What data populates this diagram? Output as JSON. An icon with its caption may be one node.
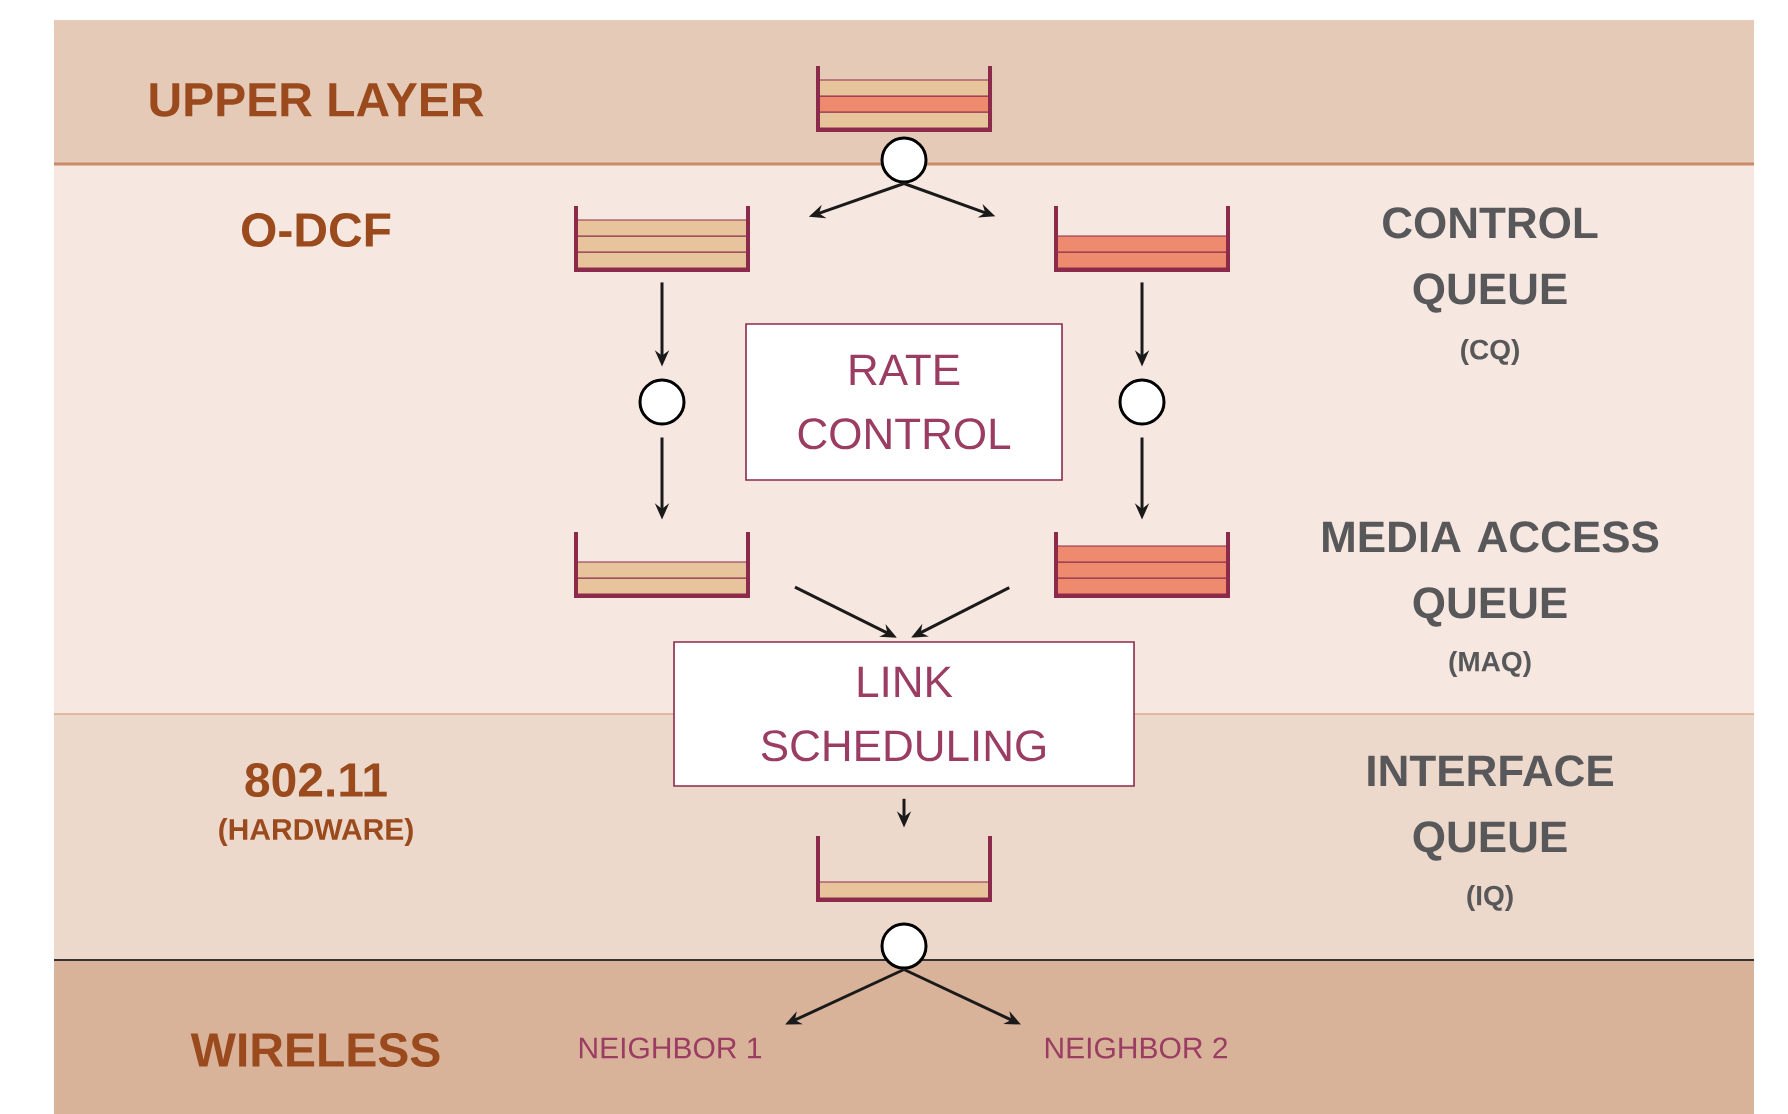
{
  "diagram": {
    "nodes": [
      {
        "text": [
          "UPPER LAYER"
        ]
      },
      {
        "text": [
          "O-DCF"
        ]
      },
      {
        "text": [
          "802.11",
          "(HARDWARE)"
        ]
      },
      {
        "text": [
          "WIRELESS"
        ]
      },
      {
        "text": [],
        "shape": "box",
        "in": 0
      },
      {
        "text": [],
        "shape": "circle"
      },
      {
        "text": [],
        "shape": "box",
        "in": 1
      },
      {
        "text": [],
        "shape": "box",
        "in": 1
      },
      {
        "text": [],
        "shape": "circle",
        "in": 1
      },
      {
        "text": [],
        "shape": "circle",
        "in": 1
      },
      {
        "text": [
          "RATE CONTROL"
        ],
        "in": 1
      },
      {
        "text": [],
        "shape": "box",
        "in": 1
      },
      {
        "text": [],
        "shape": "box",
        "in": 1
      },
      {
        "text": [
          "LINK SCHEDULING"
        ]
      },
      {
        "text": [],
        "shape": "box",
        "in": 2
      },
      {
        "text": [],
        "shape": "circle"
      },
      {
        "text": [
          "NEIGHBOR 1"
        ],
        "in": 3
      },
      {
        "text": [
          "NEIGHBOR 2"
        ],
        "in": 3
      }
    ],
    "edges": [
      {
        "from": 5,
        "to": 6,
        "arrow": "to"
      },
      {
        "from": 5,
        "to": 7,
        "arrow": "to"
      },
      {
        "from": 6,
        "to": 8,
        "arrow": "to"
      },
      {
        "from": 8,
        "to": 11,
        "arrow": "to"
      },
      {
        "from": 7,
        "to": 9,
        "arrow": "to"
      },
      {
        "from": 9,
        "to": 12,
        "arrow": "to"
      },
      {
        "from": 11,
        "to": 13,
        "arrow": "to"
      },
      {
        "from": 12,
        "to": 13,
        "arrow": "to"
      },
      {
        "from": 13,
        "to": 14,
        "arrow": "to"
      },
      {
        "from": 15,
        "to": 16,
        "arrow": "to"
      },
      {
        "from": 15,
        "to": 17,
        "arrow": "to"
      }
    ],
    "labels": [
      "CONTROL QUEUE",
      "(CQ)",
      "MEDIA ACCESS QUEUE",
      "(MAQ)",
      "INTERFACE QUEUE",
      "(IQ)"
    ]
  }
}
